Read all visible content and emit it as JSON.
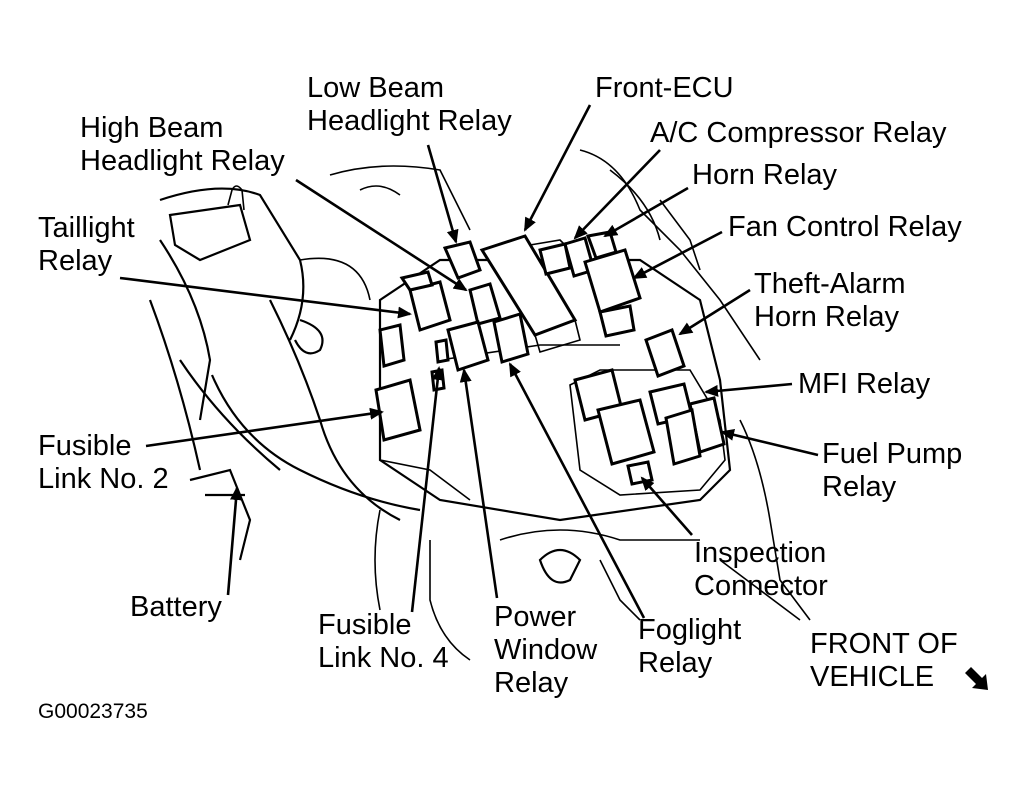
{
  "figure_id": "G00023735",
  "orientation": {
    "text_line1": "FRONT OF",
    "text_line2": "VEHICLE",
    "arrow_icon": "arrow-down-right-icon"
  },
  "labels": {
    "low_beam": [
      "Low Beam",
      "Headlight Relay"
    ],
    "high_beam": [
      "High Beam",
      "Headlight Relay"
    ],
    "front_ecu": [
      "Front-ECU"
    ],
    "ac_comp": [
      "A/C Compressor Relay"
    ],
    "horn": [
      "Horn Relay"
    ],
    "fan": [
      "Fan Control Relay"
    ],
    "taillight": [
      "Taillight",
      "Relay"
    ],
    "theft": [
      "Theft-Alarm",
      "Horn Relay"
    ],
    "mfi": [
      "MFI Relay"
    ],
    "fusible2": [
      "Fusible",
      "Link No. 2"
    ],
    "fuel_pump": [
      "Fuel Pump",
      "Relay"
    ],
    "inspection": [
      "Inspection",
      "Connector"
    ],
    "battery": [
      "Battery"
    ],
    "fusible4": [
      "Fusible",
      "Link No. 4"
    ],
    "power_win": [
      "Power",
      "Window",
      "Relay"
    ],
    "foglight": [
      "Foglight",
      "Relay"
    ]
  }
}
